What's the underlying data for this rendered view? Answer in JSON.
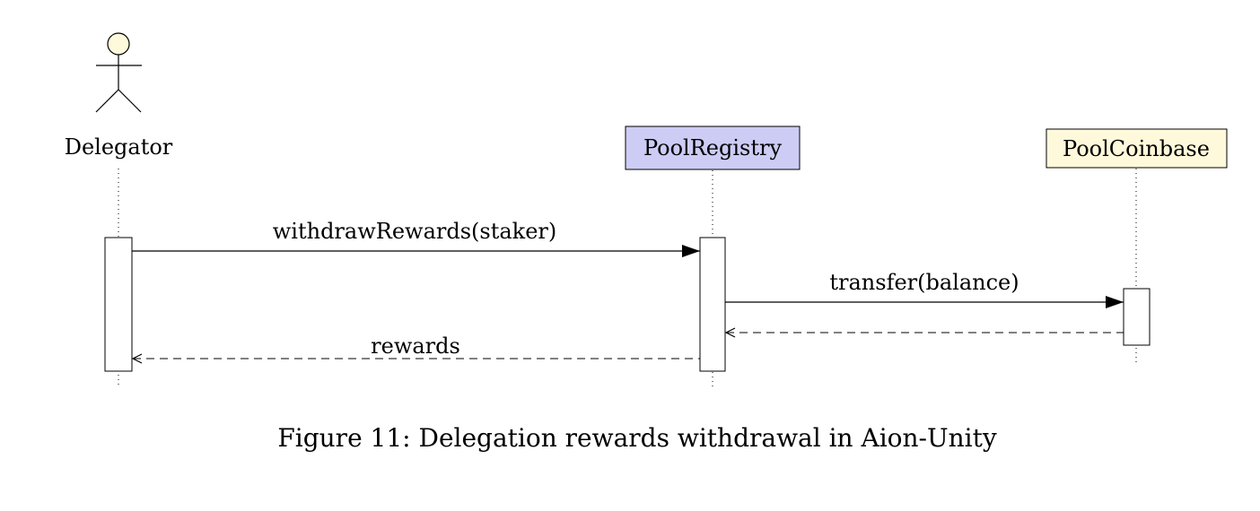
{
  "participants": {
    "delegator": {
      "label": "Delegator",
      "kind": "actor",
      "color": "#fff9db"
    },
    "pool_registry": {
      "label": "PoolRegistry",
      "kind": "box",
      "color": "#ccccf5"
    },
    "pool_coinbase": {
      "label": "PoolCoinbase",
      "kind": "box",
      "color": "#fff9db"
    }
  },
  "messages": {
    "withdraw": {
      "label": "withdrawRewards(staker)",
      "from": "Delegator",
      "to": "PoolRegistry",
      "style": "sync"
    },
    "transfer": {
      "label": "transfer(balance)",
      "from": "PoolRegistry",
      "to": "PoolCoinbase",
      "style": "sync"
    },
    "transfer_return": {
      "label": "",
      "from": "PoolCoinbase",
      "to": "PoolRegistry",
      "style": "return"
    },
    "rewards": {
      "label": "rewards",
      "from": "PoolRegistry",
      "to": "Delegator",
      "style": "return"
    }
  },
  "caption": "Figure 11: Delegation rewards withdrawal in Aion-Unity"
}
